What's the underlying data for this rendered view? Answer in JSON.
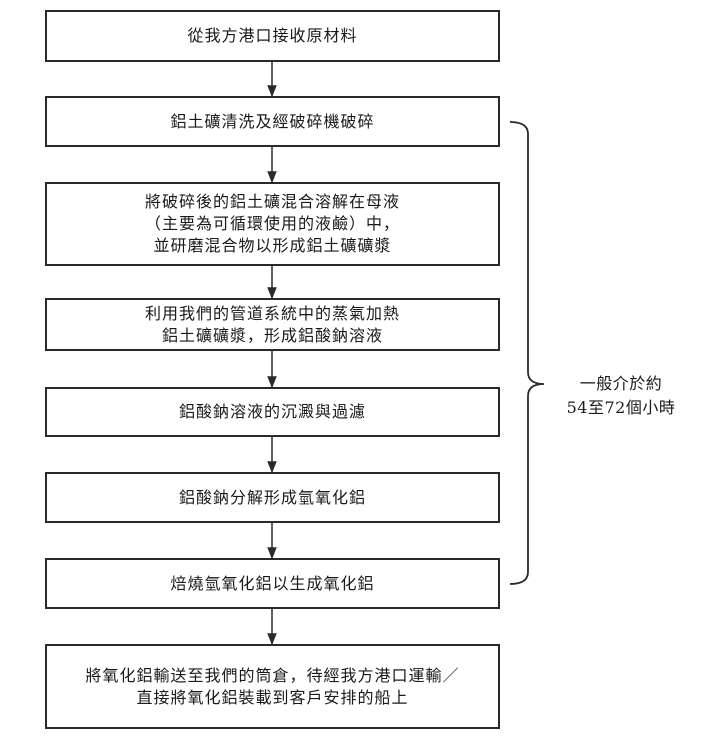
{
  "steps": [
    {
      "lines": [
        "從我方港口接收原材料"
      ]
    },
    {
      "lines": [
        "鋁土礦清洗及經破碎機破碎"
      ]
    },
    {
      "lines": [
        "將破碎後的鋁土礦混合溶解在母液",
        "（主要為可循環使用的液鹼）中，",
        "並研磨混合物以形成鋁土礦礦漿"
      ]
    },
    {
      "lines": [
        "利用我們的管道系統中的蒸氣加熱",
        "鋁土礦礦漿，形成鋁酸鈉溶液"
      ]
    },
    {
      "lines": [
        "鋁酸鈉溶液的沉澱與過濾"
      ]
    },
    {
      "lines": [
        "鋁酸鈉分解形成氫氧化鋁"
      ]
    },
    {
      "lines": [
        "焙燒氫氧化鋁以生成氧化鋁"
      ]
    },
    {
      "lines": [
        "將氧化鋁輸送至我們的筒倉，待經我方港口運輸／",
        "直接將氧化鋁裝載到客戶安排的船上"
      ]
    }
  ],
  "bracket_label": {
    "line1": "一般介於約",
    "line2": "54至72個小時"
  },
  "colors": {
    "border": "#2a2a2a",
    "text": "#1a1a1a",
    "background": "#ffffff"
  }
}
